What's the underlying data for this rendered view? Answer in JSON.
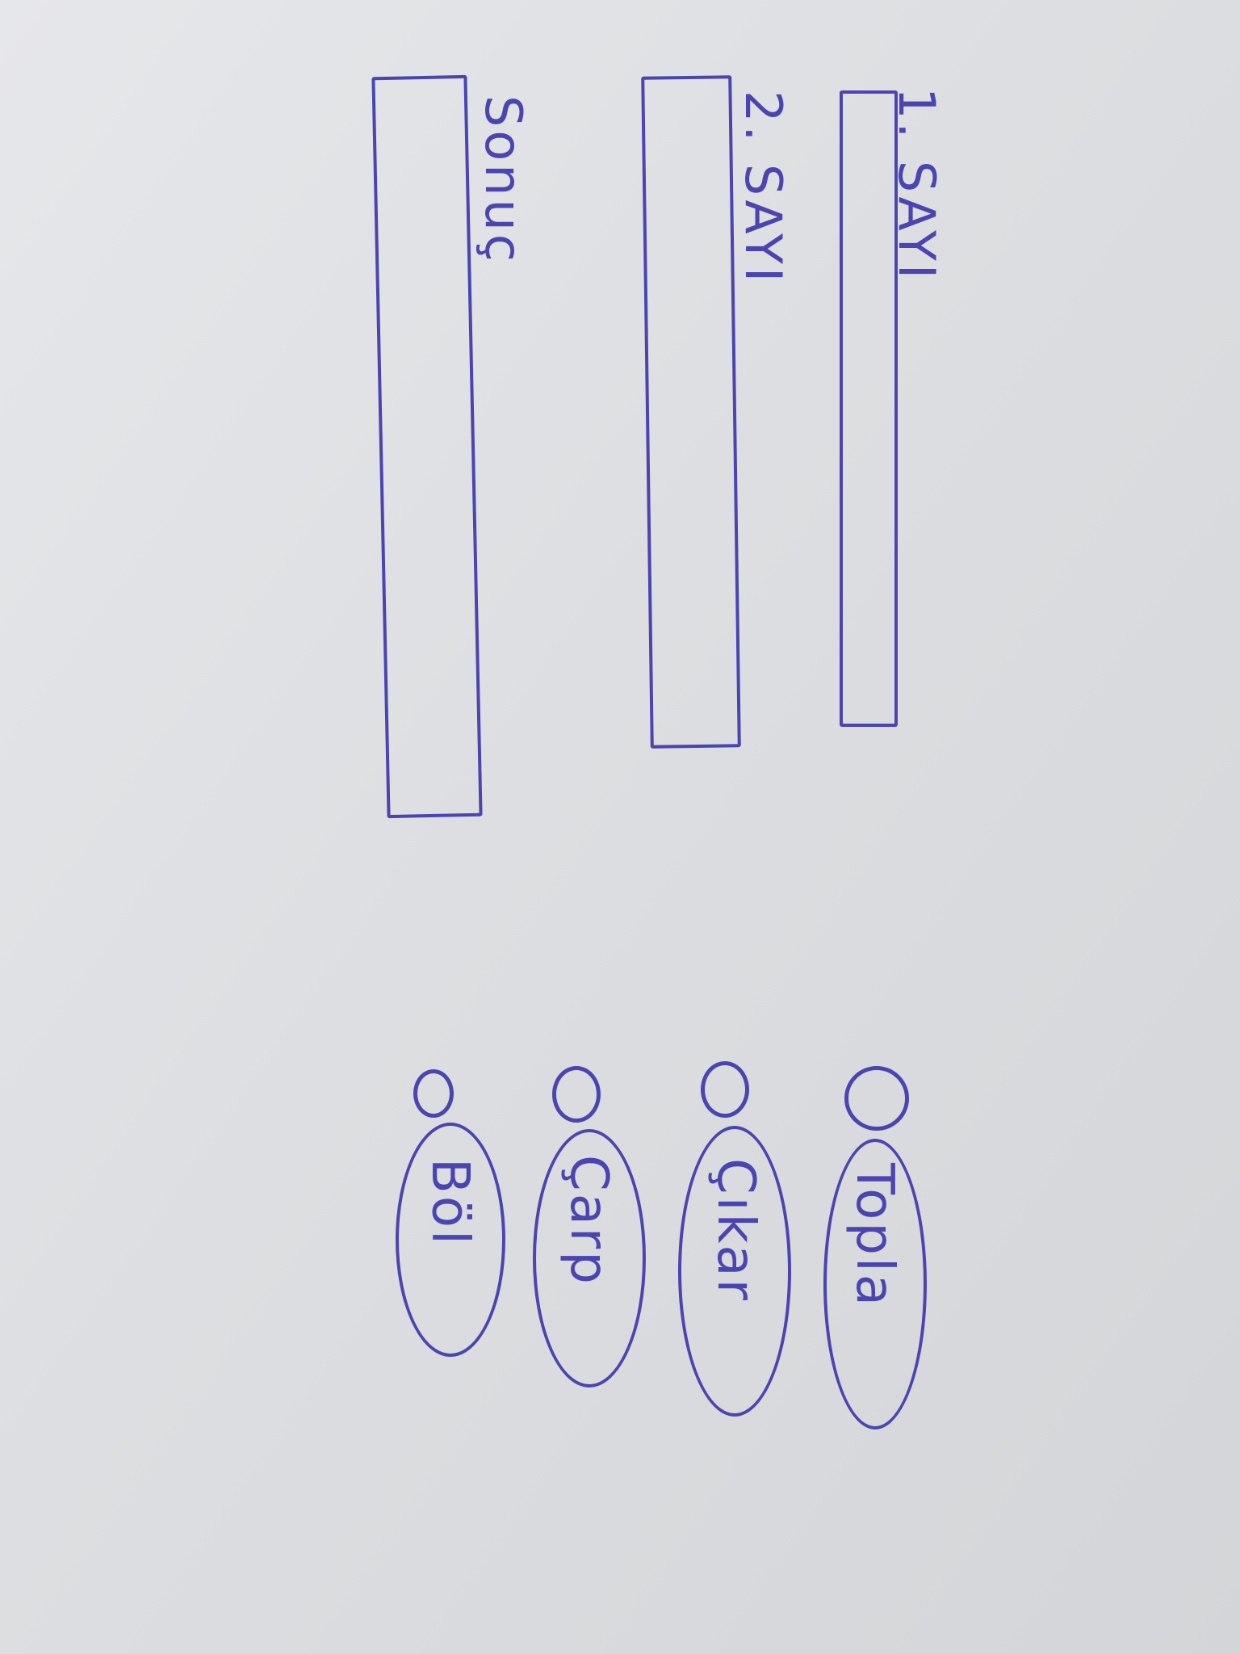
{
  "form": {
    "first_number_label": "1. SAYI",
    "second_number_label": "2. SAYI",
    "result_label": "Sonuç"
  },
  "operations": [
    {
      "label": "Topla"
    },
    {
      "label": "Çıkar"
    },
    {
      "label": "Çarp"
    },
    {
      "label": "Böl"
    }
  ],
  "colors": {
    "ink": "#4c44b0",
    "paper": "#e2e3e6"
  }
}
